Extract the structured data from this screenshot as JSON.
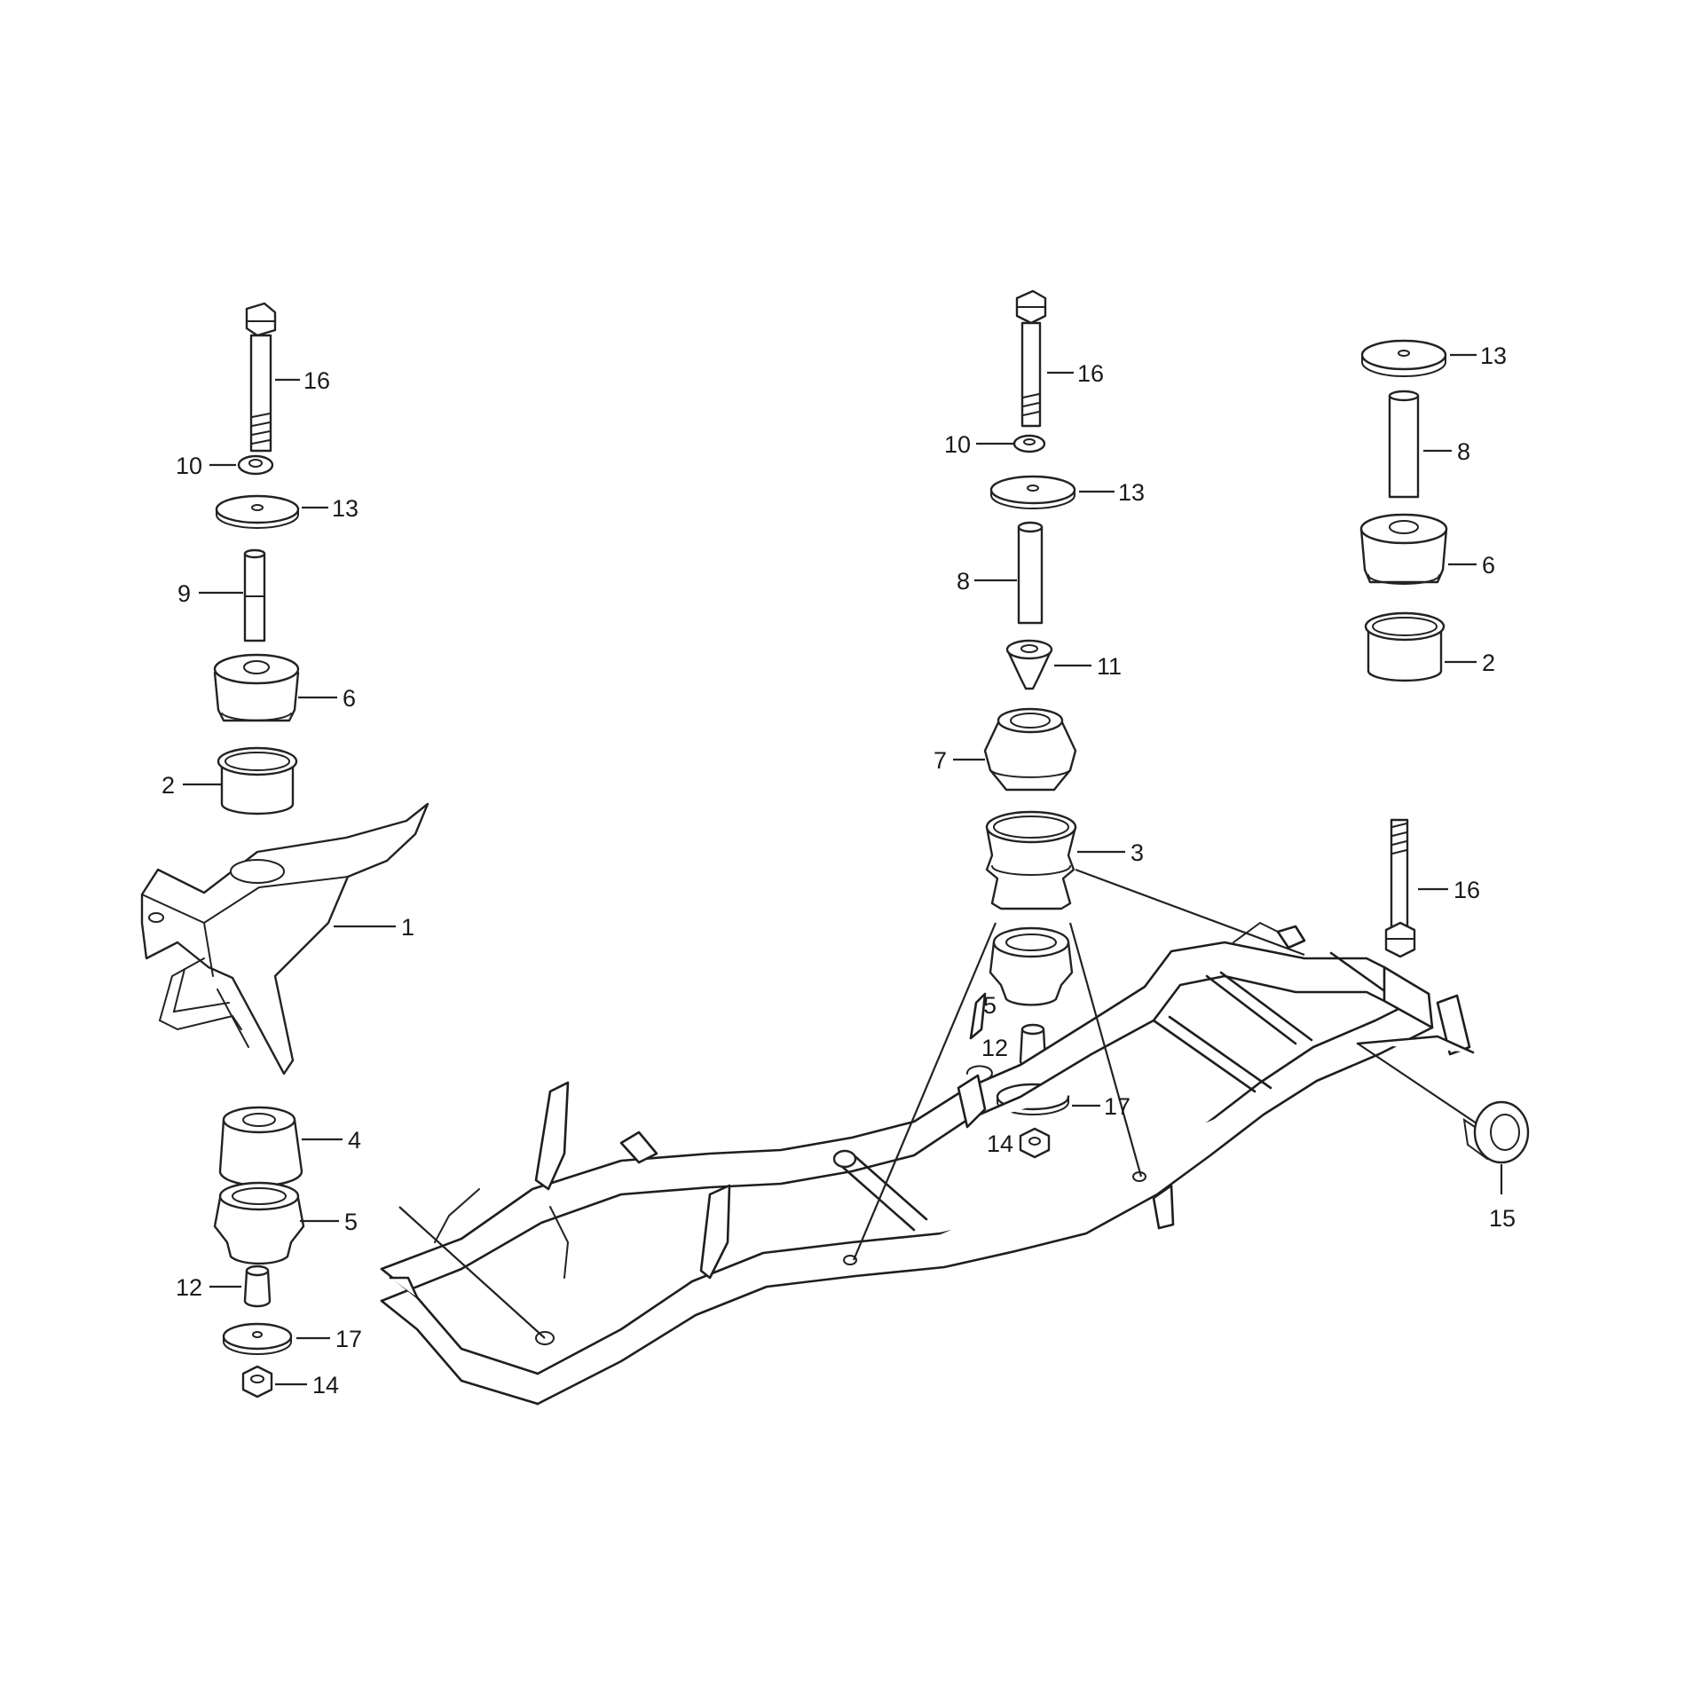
{
  "callouts": [
    {
      "id": "c-16a",
      "text": "16"
    },
    {
      "id": "c-10a",
      "text": "10"
    },
    {
      "id": "c-13a",
      "text": "13"
    },
    {
      "id": "c-9",
      "text": "9"
    },
    {
      "id": "c-6a",
      "text": "6"
    },
    {
      "id": "c-2a",
      "text": "2"
    },
    {
      "id": "c-1",
      "text": "1"
    },
    {
      "id": "c-4",
      "text": "4"
    },
    {
      "id": "c-5a",
      "text": "5"
    },
    {
      "id": "c-12a",
      "text": "12"
    },
    {
      "id": "c-17a",
      "text": "17"
    },
    {
      "id": "c-14a",
      "text": "14"
    },
    {
      "id": "c-16b",
      "text": "16"
    },
    {
      "id": "c-10b",
      "text": "10"
    },
    {
      "id": "c-13b",
      "text": "13"
    },
    {
      "id": "c-8a",
      "text": "8"
    },
    {
      "id": "c-11",
      "text": "11"
    },
    {
      "id": "c-7",
      "text": "7"
    },
    {
      "id": "c-3",
      "text": "3"
    },
    {
      "id": "c-5b",
      "text": "5"
    },
    {
      "id": "c-12b",
      "text": "12"
    },
    {
      "id": "c-17b",
      "text": "17"
    },
    {
      "id": "c-14b",
      "text": "14"
    },
    {
      "id": "c-13c",
      "text": "13"
    },
    {
      "id": "c-8b",
      "text": "8"
    },
    {
      "id": "c-6b",
      "text": "6"
    },
    {
      "id": "c-2b",
      "text": "2"
    },
    {
      "id": "c-16c",
      "text": "16"
    },
    {
      "id": "c-15",
      "text": "15"
    }
  ]
}
